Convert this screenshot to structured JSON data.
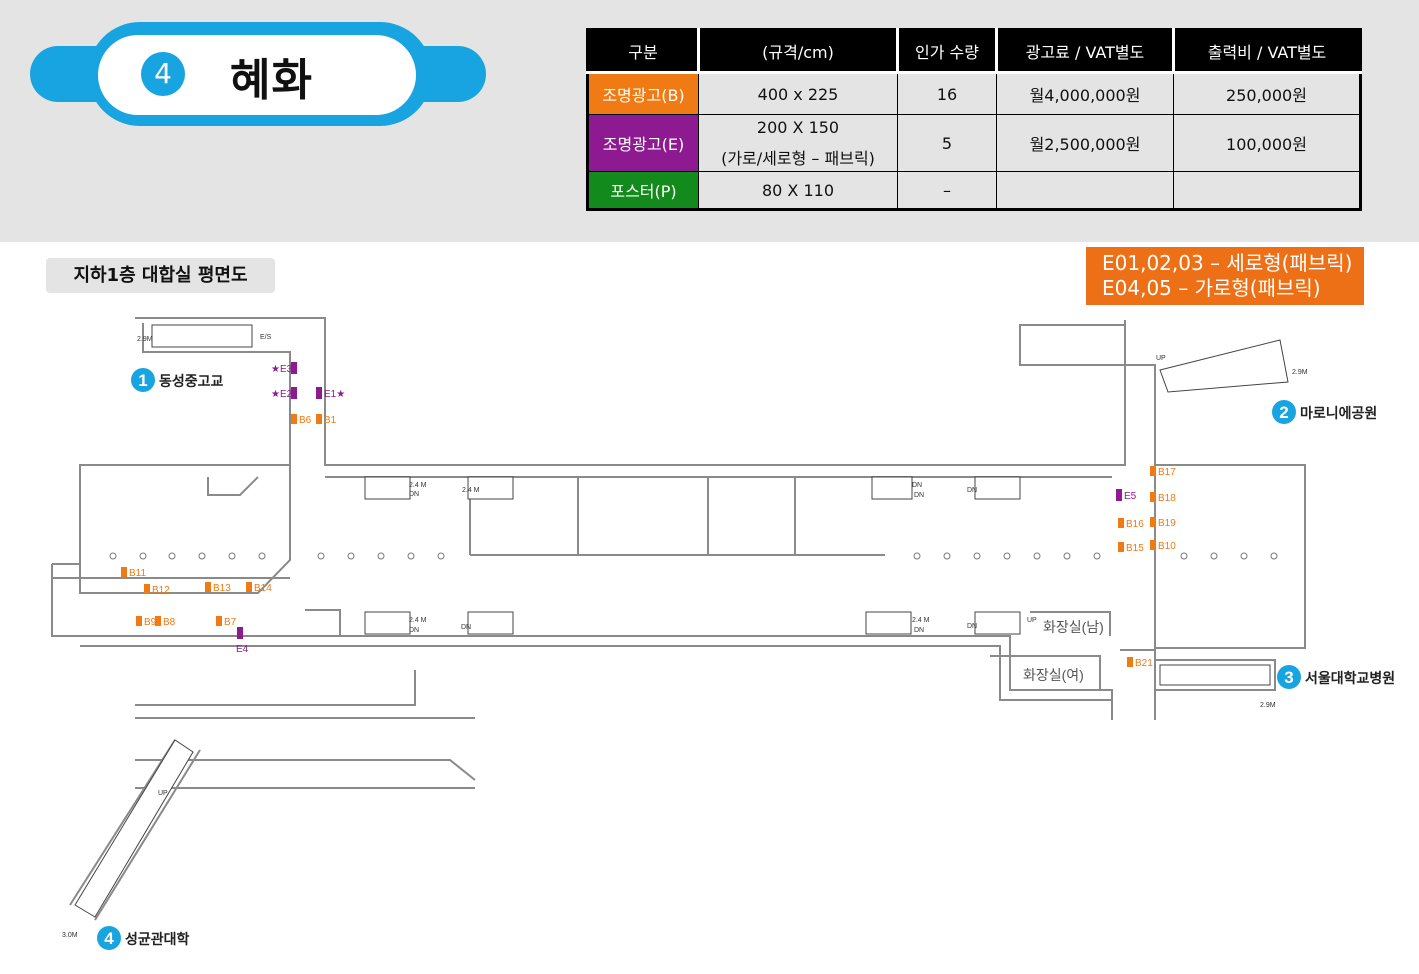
{
  "station": {
    "number": "4",
    "name": "혜화"
  },
  "table": {
    "headers": [
      "구분",
      "(규격/cm)",
      "인가 수량",
      "광고료 / VAT별도",
      "출력비 / VAT별도"
    ],
    "rows": [
      {
        "category": "조명광고(B)",
        "color": "#f07a14",
        "size": "400 x 225",
        "size2": "",
        "count": "16",
        "fee": "월4,000,000원",
        "print": "250,000원"
      },
      {
        "category": "조명광고(E)",
        "color": "#8e1a92",
        "size": "200 X 150",
        "size2": "(가로/세로형 – 패브릭)",
        "count": "5",
        "fee": "월2,500,000원",
        "print": "100,000원"
      },
      {
        "category": "포스터(P)",
        "color": "#128a1c",
        "size": "80 X 110",
        "size2": "",
        "count": "–",
        "fee": "",
        "print": ""
      }
    ]
  },
  "floor_label": "지하1층 대합실 평면도",
  "type_note": {
    "line1": "E01,02,03 – 세로형(패브릭)",
    "line2": "E04,05 – 가로형(패브릭)"
  },
  "colors": {
    "accent": "#18a4e0",
    "orange": "#f07a14",
    "purple": "#8e1a92",
    "wall": "#8a8a8a"
  },
  "map": {
    "exits": [
      {
        "num": "1",
        "name": "동성중고교"
      },
      {
        "num": "2",
        "name": "마로니에공원"
      },
      {
        "num": "3",
        "name": "서울대학교병원"
      },
      {
        "num": "4",
        "name": "성균관대학"
      }
    ],
    "ads_b": [
      "B1",
      "B6",
      "B7",
      "B8",
      "B9",
      "B10",
      "B11",
      "B12",
      "B13",
      "B14",
      "B15",
      "B16",
      "B17",
      "B18",
      "B19",
      "B21"
    ],
    "ads_e": [
      "★E3",
      "★E2",
      "E1★",
      "E4",
      "E5"
    ],
    "escalator_labels": [
      "2.9M",
      "E/S",
      "2.9M",
      "UP",
      "2.4 M",
      "DN",
      "2.4 M",
      "DN",
      "DN",
      "DN",
      "2.4 M",
      "DN",
      "DN",
      "2.4 M",
      "DN",
      "DN",
      "2.9M",
      "UP",
      "3.0M",
      "UP"
    ],
    "rooms": [
      "화장실(남)",
      "화장실(여)"
    ]
  }
}
